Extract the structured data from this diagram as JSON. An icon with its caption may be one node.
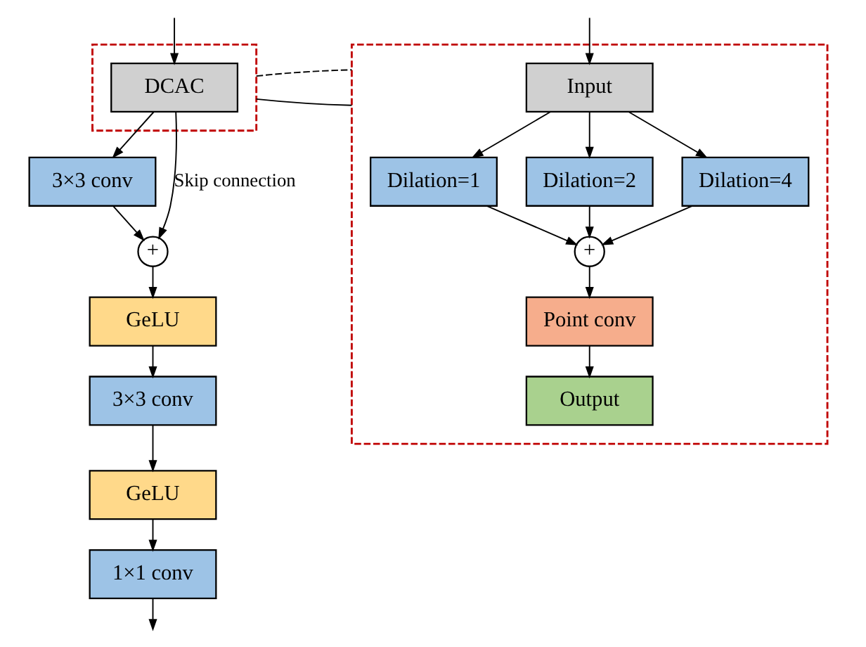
{
  "diagram": {
    "nodes": [
      {
        "text": [],
        "shape": "box"
      },
      {
        "text": [
          "DCAC"
        ],
        "in": 0
      },
      {
        "text": [
          "3×3 conv"
        ]
      },
      {
        "text": [
          "+"
        ]
      },
      {
        "text": [
          "GeLU"
        ]
      },
      {
        "text": [
          "3×3 conv"
        ]
      },
      {
        "text": [
          "GeLU"
        ]
      },
      {
        "text": [
          "1×1 conv"
        ]
      },
      {
        "text": [],
        "shape": "box"
      },
      {
        "text": [
          "Input"
        ],
        "in": 8
      },
      {
        "text": [
          "Dilation=1"
        ],
        "in": 8
      },
      {
        "text": [
          "Dilation=2"
        ],
        "in": 8
      },
      {
        "text": [
          "Dilation=4"
        ],
        "in": 8
      },
      {
        "text": [
          "+"
        ],
        "in": 8
      },
      {
        "text": [
          "Point conv"
        ],
        "in": 8
      },
      {
        "text": [
          "Output"
        ],
        "in": 8
      }
    ],
    "edges": [
      {
        "from": null,
        "to": 1,
        "arrow": "to"
      },
      {
        "from": 1,
        "to": 2,
        "arrow": "to"
      },
      {
        "from": 1,
        "to": 3,
        "arrow": "to",
        "label": "Skip connection"
      },
      {
        "from": 2,
        "to": 3,
        "arrow": "to"
      },
      {
        "from": 3,
        "to": 4,
        "arrow": "to"
      },
      {
        "from": 4,
        "to": 5,
        "arrow": "to"
      },
      {
        "from": 5,
        "to": 6,
        "arrow": "to"
      },
      {
        "from": 6,
        "to": 7,
        "arrow": "to"
      },
      {
        "from": 7,
        "to": null,
        "arrow": "to"
      },
      {
        "from": 0,
        "to": 8,
        "arrow": "none"
      },
      {
        "from": 0,
        "to": 8,
        "arrow": "none",
        "style": "dashed"
      },
      {
        "from": null,
        "to": 9,
        "arrow": "to"
      },
      {
        "from": 9,
        "to": 10,
        "arrow": "to"
      },
      {
        "from": 9,
        "to": 11,
        "arrow": "to"
      },
      {
        "from": 9,
        "to": 12,
        "arrow": "to"
      },
      {
        "from": 10,
        "to": 13,
        "arrow": "to"
      },
      {
        "from": 11,
        "to": 13,
        "arrow": "to"
      },
      {
        "from": 12,
        "to": 13,
        "arrow": "to"
      },
      {
        "from": 13,
        "to": 14,
        "arrow": "to"
      },
      {
        "from": 14,
        "to": 15,
        "arrow": "to"
      }
    ]
  }
}
